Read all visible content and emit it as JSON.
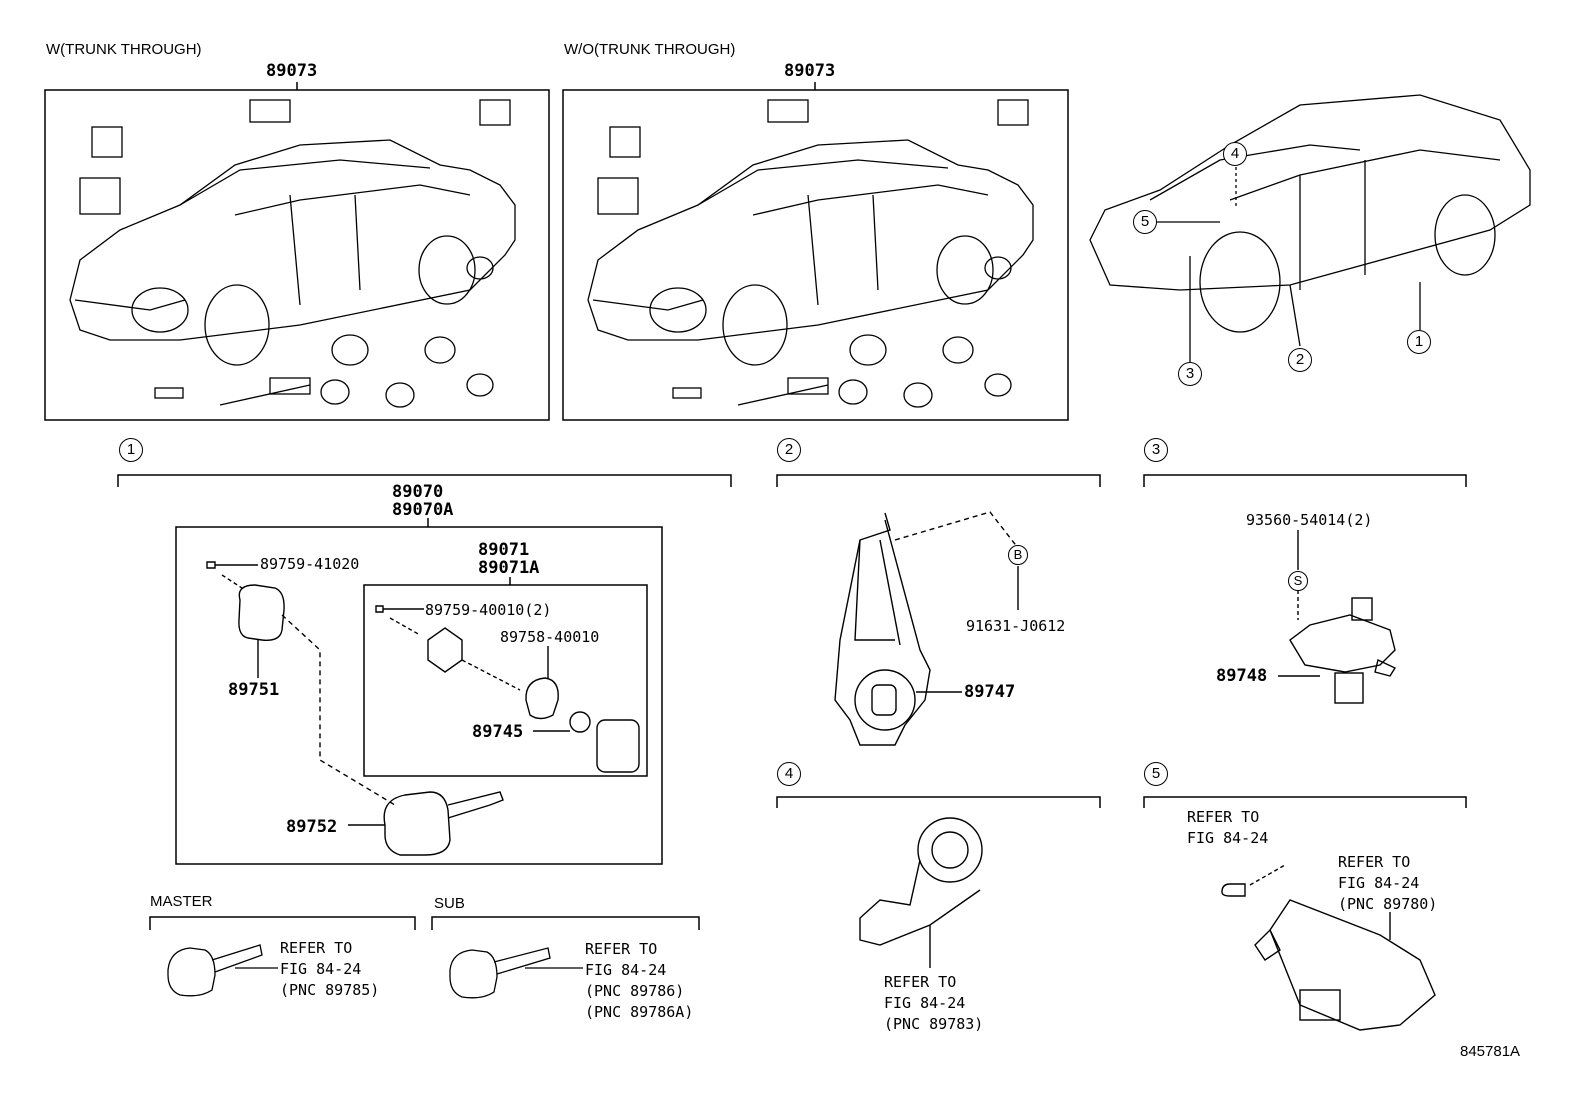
{
  "panels": {
    "with_trunk": {
      "heading": "W(TRUNK THROUGH)",
      "part": "89073"
    },
    "without_trunk": {
      "heading": "W/O(TRUNK THROUGH)",
      "part": "89073"
    }
  },
  "locator_callouts": [
    "1",
    "2",
    "3",
    "4",
    "5"
  ],
  "section1": {
    "number": "1",
    "kit_parts": [
      "89070",
      "89070A"
    ],
    "inner_kit_parts": [
      "89071",
      "89071A"
    ],
    "labels": {
      "screw_outer": "89759-41020",
      "cover": "89751",
      "screw_inner": "89759-40010(2)",
      "gasket": "89758-40010",
      "battery": "89745",
      "key": "89752"
    },
    "master": {
      "heading": "MASTER",
      "refer_lines": [
        "REFER TO",
        "FIG 84-24",
        "(PNC 89785)"
      ]
    },
    "sub": {
      "heading": "SUB",
      "refer_lines": [
        "REFER TO",
        "FIG 84-24",
        "(PNC 89786)",
        "(PNC 89786A)"
      ]
    }
  },
  "section2": {
    "number": "2",
    "bolt_marker": "B",
    "bolt_part": "91631-J0612",
    "part": "89747"
  },
  "section3": {
    "number": "3",
    "screw_marker": "S",
    "screw_part": "93560-54014(2)",
    "part": "89748"
  },
  "section4": {
    "number": "4",
    "refer_lines": [
      "REFER TO",
      "FIG 84-24",
      "(PNC 89783)"
    ]
  },
  "section5": {
    "number": "5",
    "refer_a": [
      "REFER TO",
      "FIG 84-24"
    ],
    "refer_b": [
      "REFER TO",
      "FIG 84-24",
      "(PNC 89780)"
    ]
  },
  "figure_id": "845781A"
}
